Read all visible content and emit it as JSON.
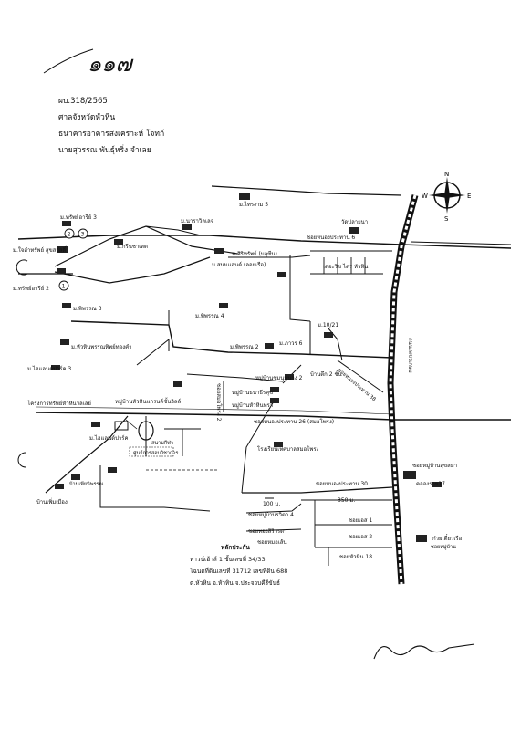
{
  "page_number": "๑๑๗",
  "header": {
    "ref": "ผบ.318/2565",
    "court": "ศาลจังหวัดหัวหิน",
    "bank": "ธนาคารอาคารสงเคราะห์  โจทก์",
    "defendant": "นายสุวรรณ พันธุ์หริ่ง จำเลย"
  },
  "compass": {
    "n": "N",
    "s": "S",
    "w": "W",
    "e": "E"
  },
  "places": {
    "l_1": "ม.ทรัพย์อารีย์ 3",
    "l_2": "ม.ทรัพย์อารีย์ 2",
    "l_3": "ม.ใจลำทรัพย์ สุขสวัสดิ์",
    "l_4": "ม.กรีนชาเลต",
    "l_5": "ม.นาราวิลเลจ",
    "l_6": "ม.ไทรงาม 5",
    "l_7": "วัดปลายนา",
    "l_8": "ม.ศิริทรัพย์ (บลูซีน)",
    "l_9": "ม.สนมแสนด์ (ลอยเรือ)",
    "l_10": "เดอะริช ไตร หัวหิน",
    "l_11": "ม.พิพรรณ 3",
    "l_12": "ม.พิพรรณ 4",
    "l_13": "ม.หัวหินพรรณทิพย์ทองคำ",
    "l_14": "ม.พิพรรณ 2",
    "l_15": "ม.ภาวร 6",
    "l_16": "บ้านตึก 2 ชั้น",
    "l_17": "ม.10/21",
    "l_18": "ม.ไฮแลนด์ปาร์ค 3",
    "l_19": "หมู่บ้านชุมนุมนาง 2",
    "l_20": "หมู่บ้านหัวหินแกรนด์ชั้นวิลล์",
    "l_21": "หมู่บ้านธนาธีรศุข",
    "l_22": "หมู่บ้านหัวหินทรา",
    "l_23": "โครงการทรัพย์หัวหินวัลเลย์",
    "l_24": "ม.ไฮแลนด์ปาร์ค",
    "l_25": "สนามกีฬา",
    "l_26": "ศูนย์การสอบวิชาการ",
    "l_27": "โรงเรียนเทศบาลสมอโพรง",
    "l_28": "บ้านเพียนิพรรณ",
    "l_29": "ชอยหมู่บ้านสุขสมา",
    "l_30": "คลองราย17",
    "l_31": "ก๋วยเตี๋ยวเรือ",
    "l_32": "บ้านเพิ่มเมือง",
    "l_33": "ถนนเพชรเกษม",
    "l_34": "ชอยสมอโพรง 2",
    "l_35": "100 ม.",
    "l_36": "350 ม.",
    "l_37": "ชอยหมู่บ้านรวิตา 4",
    "l_38": "ชอยทองสิริวรดา",
    "l_39": "ชอยเอส 1",
    "l_40": "ชอยเอส 2",
    "l_41": "ชอยหัวหิน 18",
    "l_42": "ชอยหมู่บ้าน"
  },
  "roads": {
    "r_1": "ชอยหนองประทาน 6",
    "r_2": "ชอยหนองประทาน 26 (สมอโพรง)",
    "r_3": "ชอยหนองประทาน 30",
    "r_4": "ชอยหนองประทาน 38",
    "r_5": "ชอยหมอเส้น"
  },
  "markers": [
    "1",
    "2",
    "3"
  ],
  "legend": {
    "title": "หลักประกัน",
    "line1": "ทาวน์เฮ้าส์ 1 ชั้นเลขที่ 34/33",
    "line2": "โฉนดที่ดินเลขที่ 31712 เลขที่ดิน 688",
    "line3": "ต.หัวหิน อ.หัวหิน จ.ประจวบคีรีขันธ์"
  }
}
